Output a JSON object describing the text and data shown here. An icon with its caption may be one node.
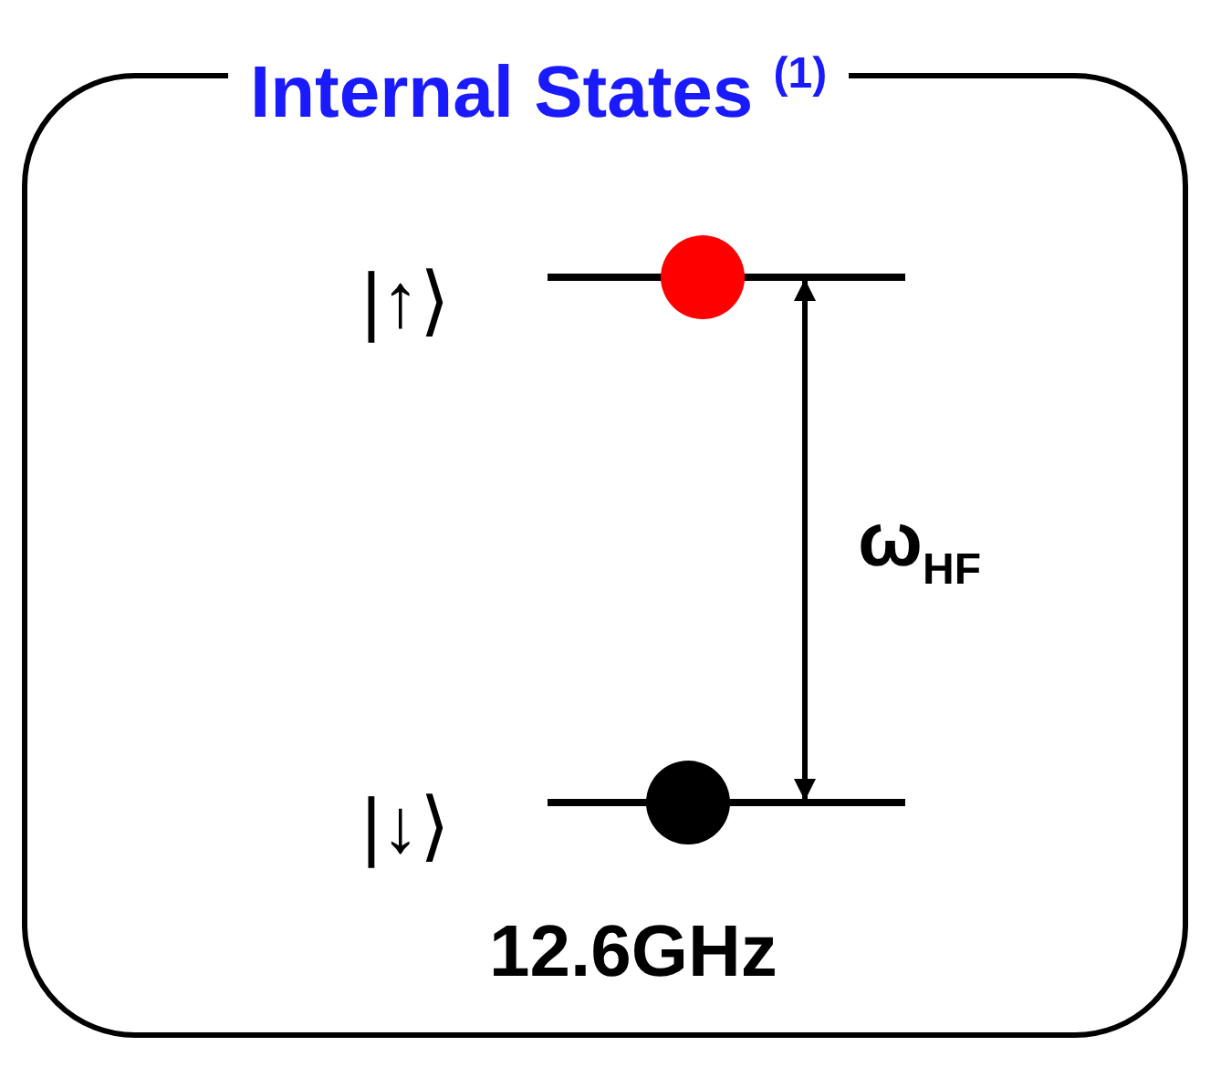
{
  "diagram": {
    "nodes": [
      {
        "text": [
          "Internal States $^{(1)}$"
        ]
      },
      {
        "text": [],
        "shape": "bar",
        "in": 0,
        "beside": [
          "|↑⟩"
        ]
      },
      {
        "text": [],
        "shape": "bar",
        "in": 0,
        "beside": [
          "|↓⟩"
        ]
      }
    ],
    "edges": [
      {
        "from": 1,
        "to": 2,
        "arrow": "both",
        "label": "ω$_{HF}$"
      }
    ],
    "labels": [
      "12.6GHz"
    ]
  }
}
